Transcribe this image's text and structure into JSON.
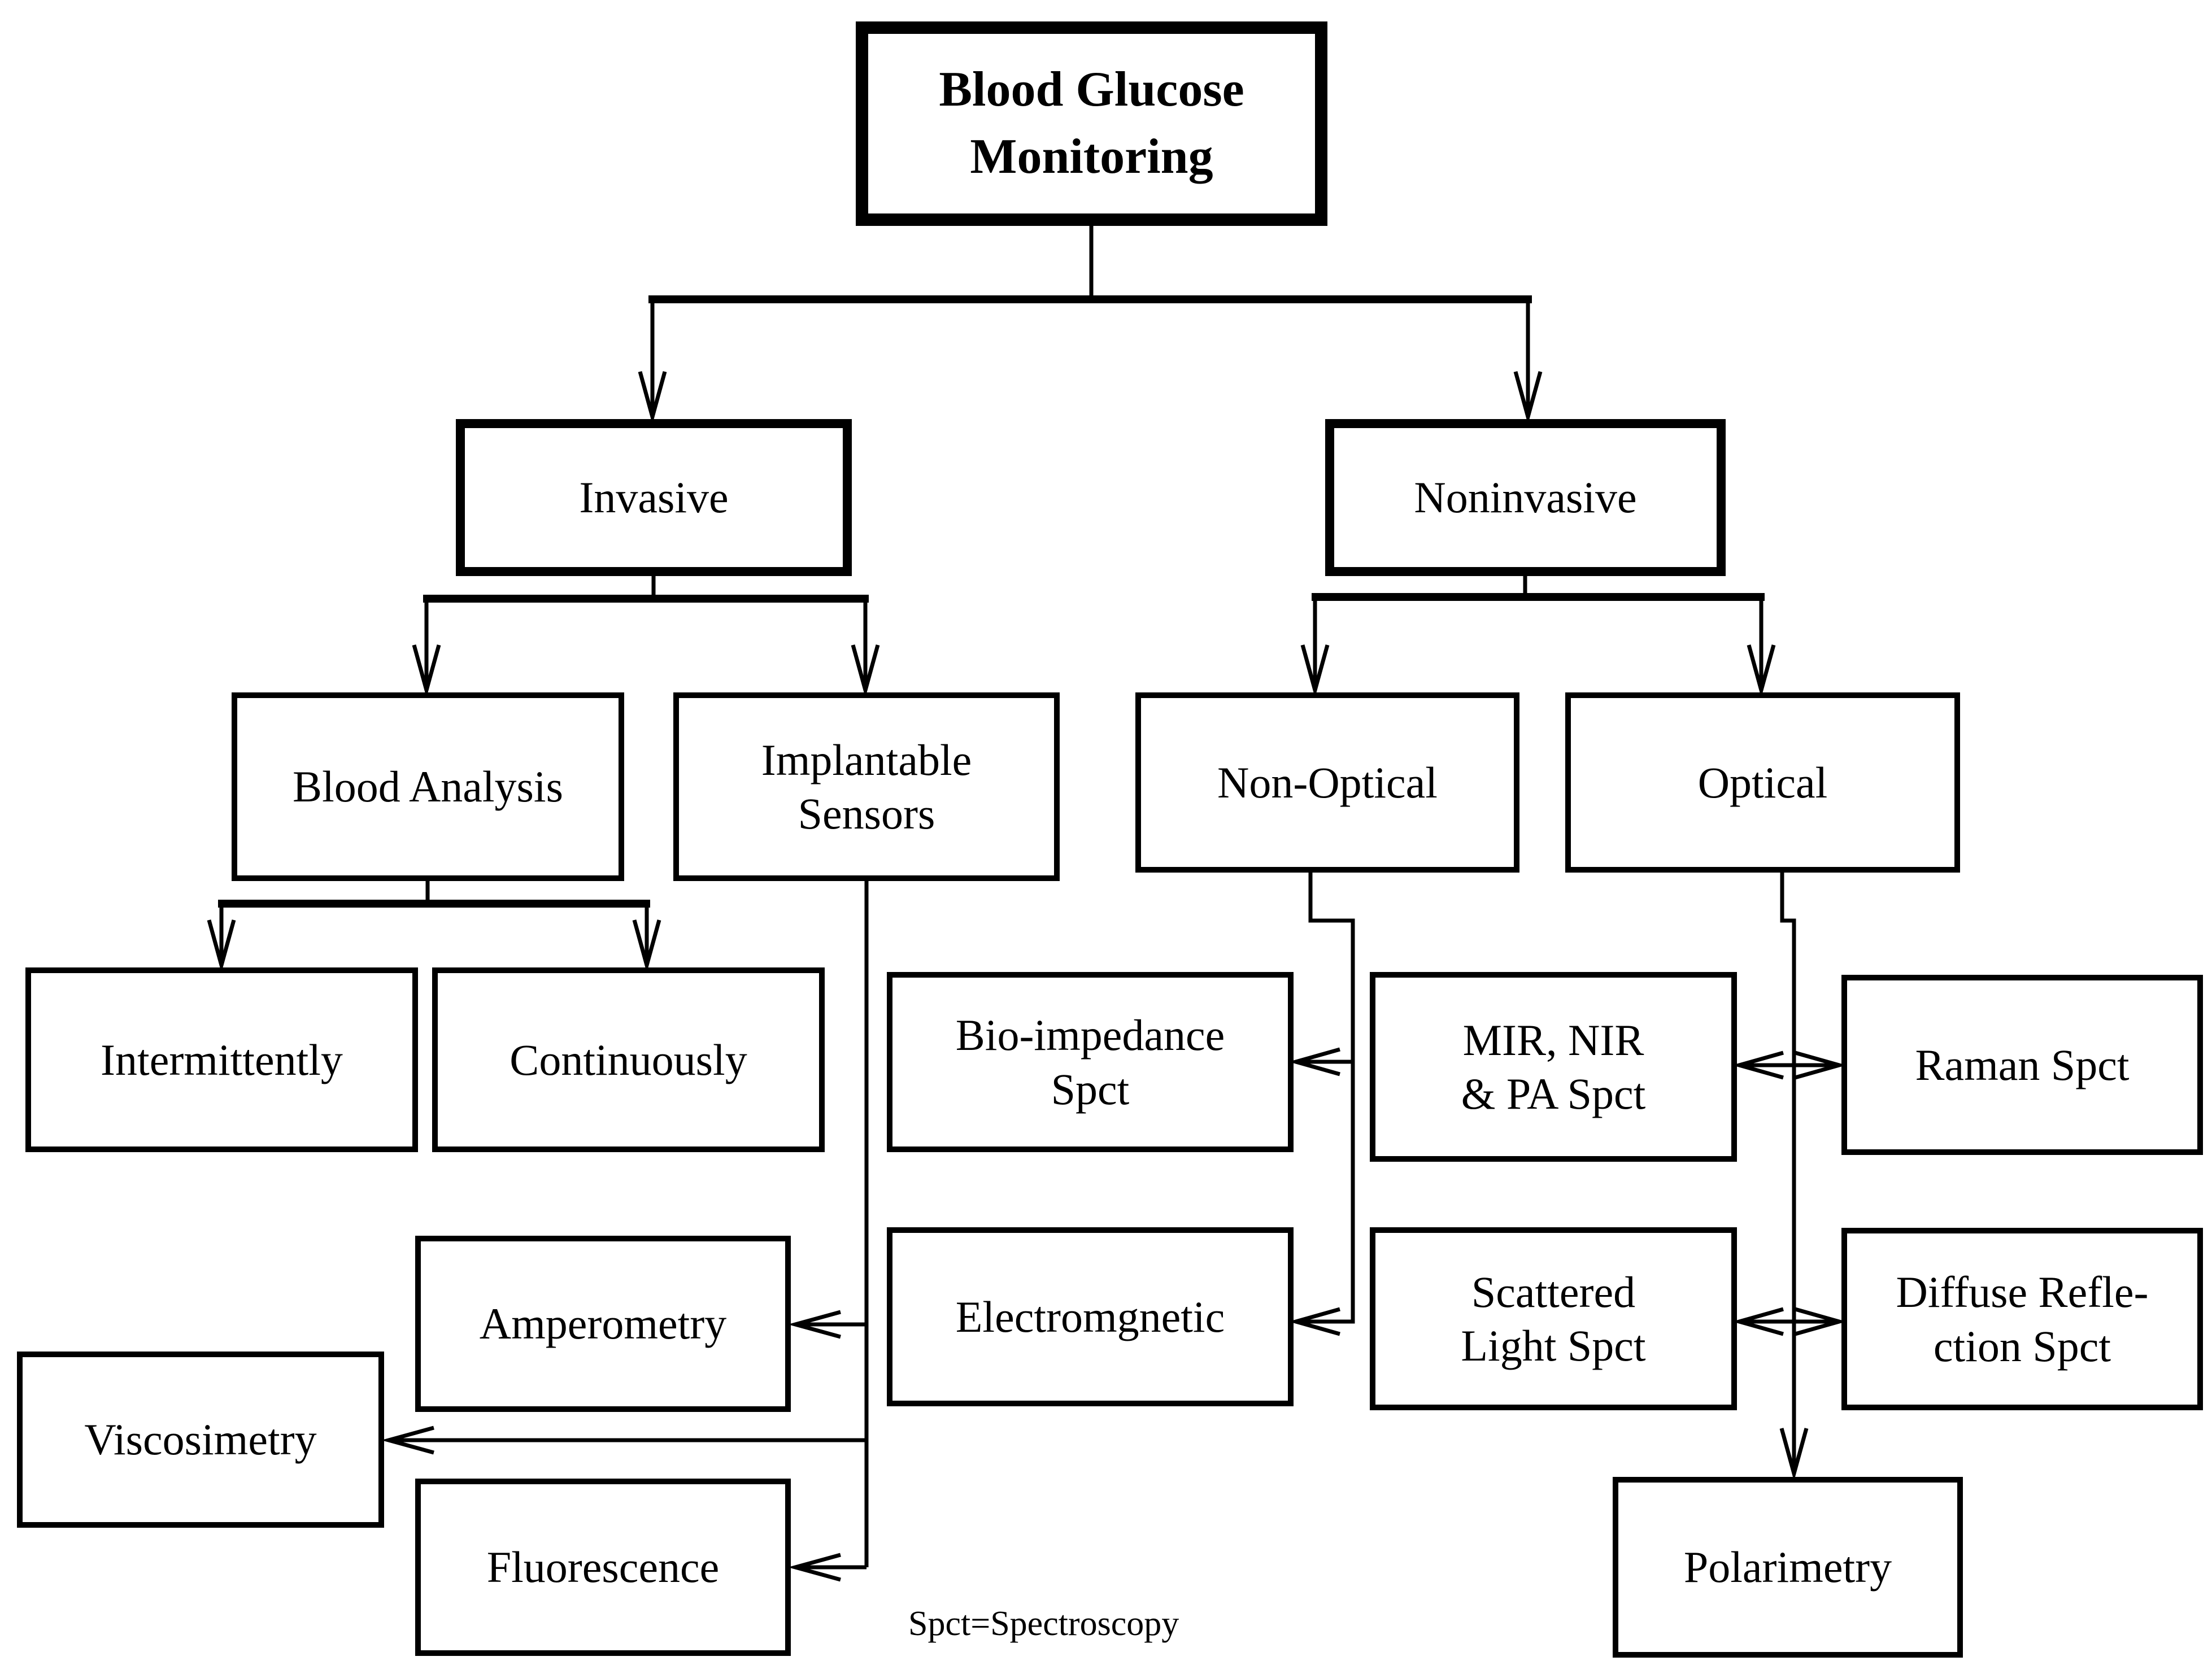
{
  "title": "Blood Glucose Monitoring",
  "nodes": {
    "bgm": {
      "label": "Blood Glucose\nMonitoring"
    },
    "invasive": {
      "label": "Invasive"
    },
    "noninvasive": {
      "label": "Noninvasive"
    },
    "blood_analysis": {
      "label": "Blood Analysis"
    },
    "implantable_sensors": {
      "label": "Implantable\nSensors"
    },
    "non_optical": {
      "label": "Non-Optical"
    },
    "optical": {
      "label": "Optical"
    },
    "intermittently": {
      "label": "Intermittently"
    },
    "continuously": {
      "label": "Continuously"
    },
    "bio_impedance": {
      "label": "Bio-impedance\nSpct"
    },
    "mir_nir_pa": {
      "label": "MIR, NIR\n& PA Spct"
    },
    "raman": {
      "label": "Raman Spct"
    },
    "amperometry": {
      "label": "Amperometry"
    },
    "electromgnetic": {
      "label": "Electromgnetic"
    },
    "scattered_light": {
      "label": "Scattered\nLight Spct"
    },
    "diffuse_reflection": {
      "label": "Diffuse Refle-\nction Spct"
    },
    "viscosimetry": {
      "label": "Viscosimetry"
    },
    "fluorescence": {
      "label": "Fluorescence"
    },
    "polarimetry": {
      "label": "Polarimetry"
    }
  },
  "note": {
    "text": "Spct=Spectroscopy"
  },
  "edges": [
    {
      "from": "bgm",
      "to": "invasive",
      "type": "arrow"
    },
    {
      "from": "bgm",
      "to": "noninvasive",
      "type": "arrow"
    },
    {
      "from": "invasive",
      "to": "blood_analysis",
      "type": "arrow"
    },
    {
      "from": "invasive",
      "to": "implantable_sensors",
      "type": "arrow"
    },
    {
      "from": "noninvasive",
      "to": "non_optical",
      "type": "arrow"
    },
    {
      "from": "noninvasive",
      "to": "optical",
      "type": "arrow"
    },
    {
      "from": "blood_analysis",
      "to": "intermittently",
      "type": "arrow"
    },
    {
      "from": "blood_analysis",
      "to": "continuously",
      "type": "arrow"
    },
    {
      "from": "implantable_sensors",
      "to": "amperometry",
      "type": "arrow"
    },
    {
      "from": "implantable_sensors",
      "to": "viscosimetry",
      "type": "arrow"
    },
    {
      "from": "implantable_sensors",
      "to": "fluorescence",
      "type": "arrow"
    },
    {
      "from": "non_optical",
      "to": "bio_impedance",
      "type": "arrow"
    },
    {
      "from": "non_optical",
      "to": "electromgnetic",
      "type": "arrow"
    },
    {
      "from": "optical",
      "to": "polarimetry",
      "type": "arrow"
    },
    {
      "from": "mir_nir_pa",
      "to": "raman",
      "type": "double-arrow"
    },
    {
      "from": "scattered_light",
      "to": "diffuse_reflection",
      "type": "double-arrow"
    }
  ],
  "colors": {
    "line": "#000000",
    "background": "#ffffff",
    "text": "#000000"
  }
}
